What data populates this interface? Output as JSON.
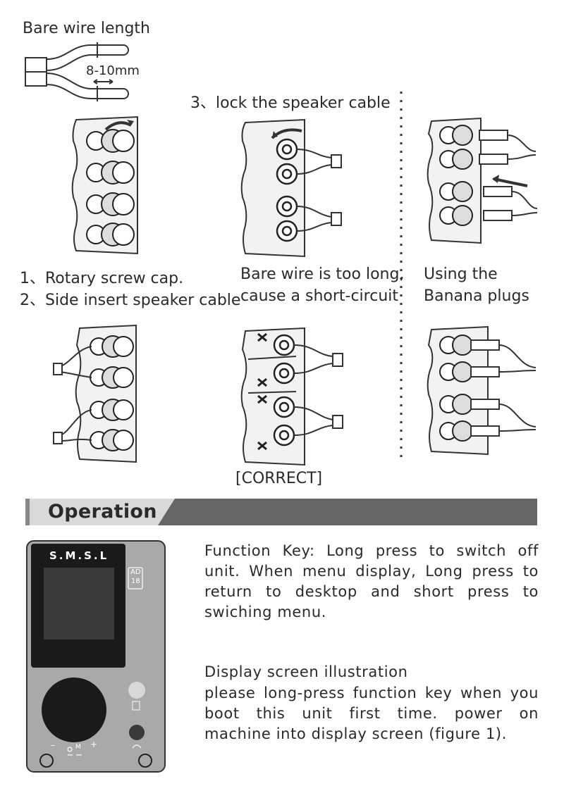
{
  "wiring": {
    "bare_wire_title": "Bare wire length",
    "bare_wire_measure": "8-10mm",
    "step3_label": "3、lock the speaker cable",
    "steps": [
      "1、Rotary screw cap.",
      "2、Side insert speaker cable"
    ],
    "warning": [
      "Bare wire is too long,",
      "cause a short-circuit"
    ],
    "banana": [
      "Using the",
      "Banana plugs"
    ],
    "correct_label": "[CORRECT]"
  },
  "operation": {
    "section_title": "Operation",
    "function_key_text": "Function Key: Long press to switch off unit. When menu display, Long press to return to desktop and short press to swiching menu.",
    "display_heading": "Display screen illustration",
    "display_text": "please long-press function key when you boot this unit first time. power on machine into display screen (figure 1).",
    "device": {
      "brand": "S.M.S.L",
      "model_top": "AD",
      "model_bottom": "18",
      "minus": "–",
      "plus": "+",
      "mode_label": "M"
    }
  }
}
